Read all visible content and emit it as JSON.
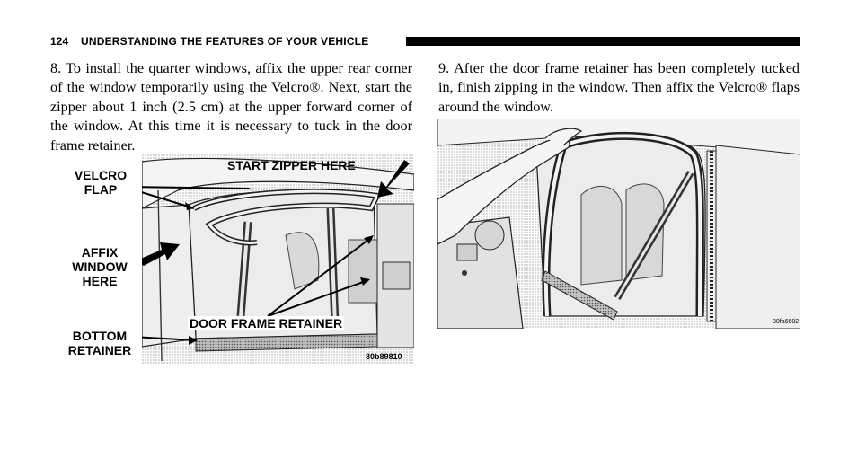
{
  "header": {
    "page_number": "124",
    "title": "UNDERSTANDING THE FEATURES OF YOUR VEHICLE"
  },
  "paragraphs": {
    "step8": "8. To install the quarter windows, affix the upper rear corner of the window temporarily using the Velcro®. Next, start the zipper about 1 inch (2.5 cm) at the upper forward corner of the window. At this time it is necessary to tuck in the door frame retainer.",
    "step9": "9. After the door frame retainer has been completely tucked in, finish zipping in the window. Then affix the Velcro® flaps around the window."
  },
  "figure_left": {
    "callouts": {
      "velcro_flap": "VELCRO\nFLAP",
      "affix_window": "AFFIX\nWINDOW\nHERE",
      "bottom_retainer": "BOTTOM\nRETAINER",
      "start_zipper": "START ZIPPER HERE",
      "door_frame_retainer": "DOOR FRAME RETAINER"
    },
    "code": "80b89810"
  },
  "figure_right": {
    "code": "80fa6682"
  }
}
